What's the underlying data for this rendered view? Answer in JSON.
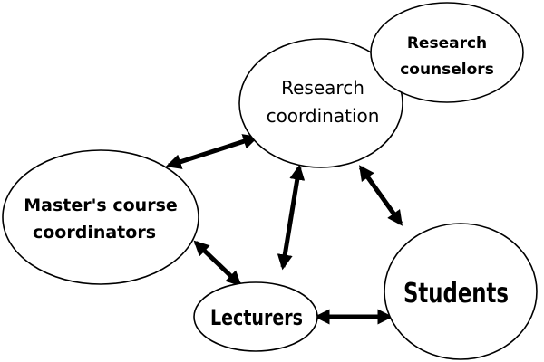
{
  "diagram": {
    "nodes": {
      "research_coordination": {
        "lines": [
          "Research",
          "coordination"
        ]
      },
      "research_counselors": {
        "lines": [
          "Research",
          "counselors"
        ]
      },
      "masters_coordinators": {
        "lines": [
          "Master's course",
          "coordinators"
        ]
      },
      "lecturers": {
        "lines": [
          "Lecturers"
        ]
      },
      "students": {
        "lines": [
          "Students"
        ]
      }
    },
    "connections": [
      {
        "from": "masters_coordinators",
        "to": "research_coordination",
        "direction": "both"
      },
      {
        "from": "research_coordination",
        "to": "lecturers",
        "direction": "both"
      },
      {
        "from": "research_coordination",
        "to": "students",
        "direction": "both"
      },
      {
        "from": "masters_coordinators",
        "to": "lecturers",
        "direction": "both"
      },
      {
        "from": "lecturers",
        "to": "students",
        "direction": "both"
      }
    ],
    "colors": {
      "stroke": "#000000",
      "fill": "#ffffff",
      "text": "#000000"
    }
  }
}
